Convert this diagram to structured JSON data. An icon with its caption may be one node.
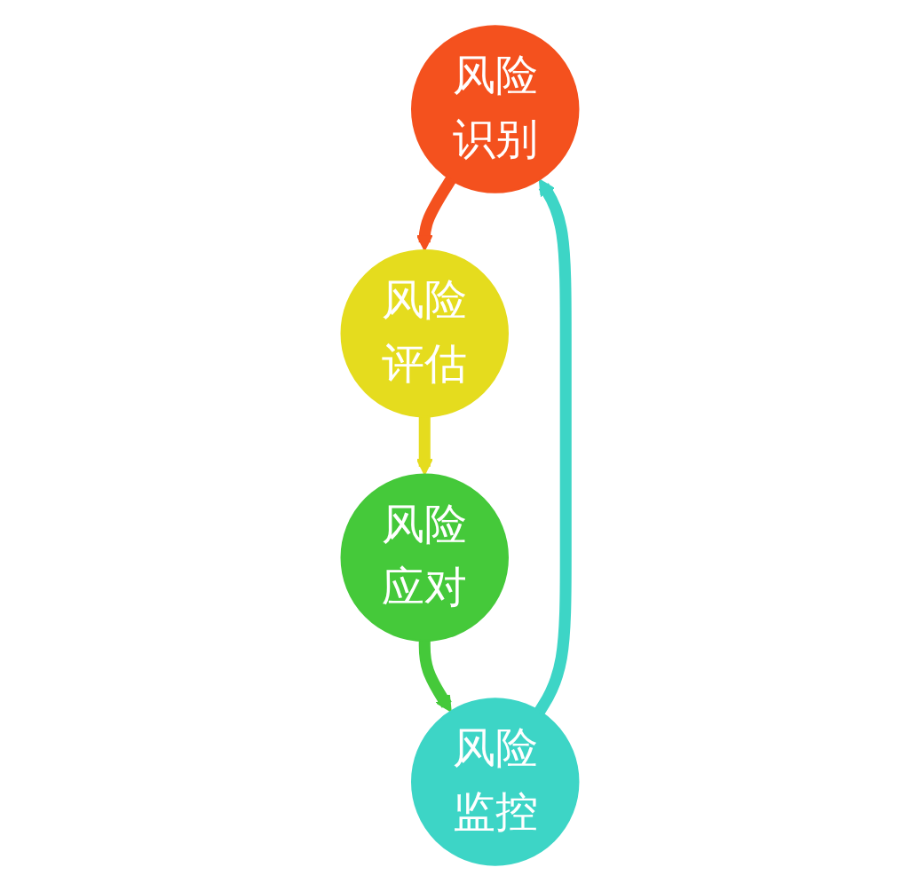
{
  "diagram": {
    "nodes": [
      {
        "text": [
          "风险识别"
        ]
      },
      {
        "text": [
          "风险评估"
        ]
      },
      {
        "text": [
          "风险应对"
        ]
      },
      {
        "text": [
          "风险监控"
        ]
      }
    ],
    "edges": [
      {
        "from": 0,
        "to": 1,
        "arrow": "to",
        "color": "#f4511e"
      },
      {
        "from": 1,
        "to": 2,
        "arrow": "to",
        "color": "#e5dc1e"
      },
      {
        "from": 2,
        "to": 3,
        "arrow": "to",
        "color": "#45c93a"
      },
      {
        "from": 3,
        "to": 0,
        "arrow": "to",
        "color": "#3dd5c6"
      }
    ]
  }
}
